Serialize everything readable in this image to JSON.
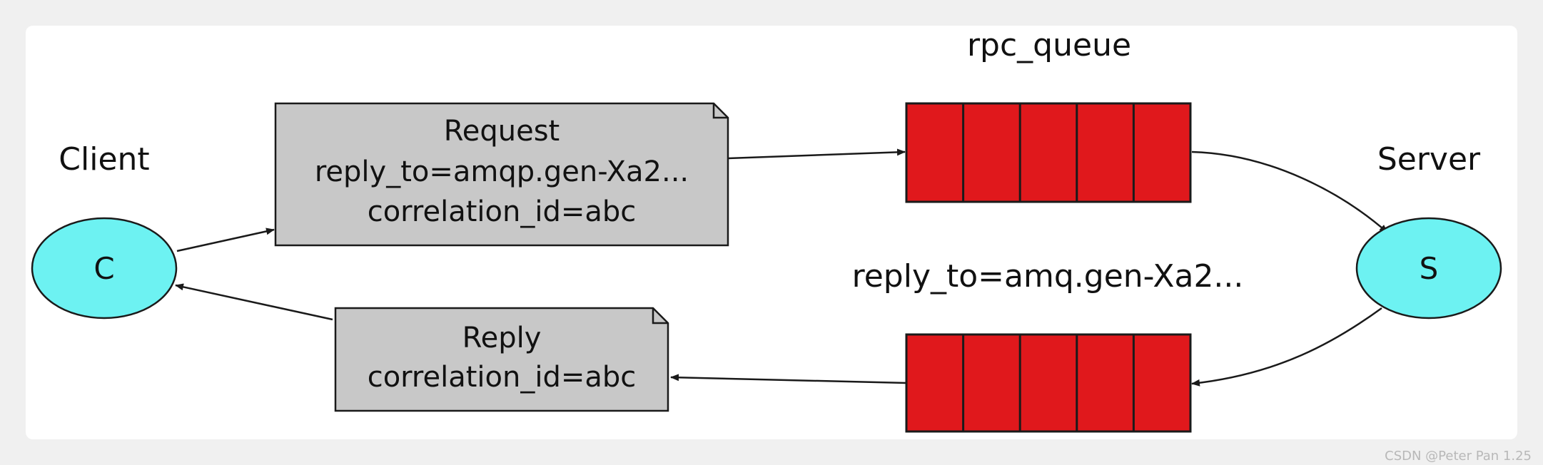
{
  "nodes": {
    "client": {
      "title": "Client",
      "letter": "C"
    },
    "server": {
      "title": "Server",
      "letter": "S"
    }
  },
  "queues": {
    "request_queue": {
      "label": "rpc_queue"
    },
    "reply_queue": {
      "label": "reply_to=amq.gen-Xa2..."
    }
  },
  "messages": {
    "request": {
      "lines": [
        "Request",
        "reply_to=amqp.gen-Xa2...",
        "correlation_id=abc"
      ]
    },
    "reply": {
      "lines": [
        "Reply",
        "correlation_id=abc"
      ]
    }
  },
  "colors": {
    "node_fill": "#6df2f2",
    "queue_fill": "#e0181c",
    "message_fill": "#c8c8c8",
    "stroke": "#1a1a1a"
  },
  "watermark": "CSDN @Peter Pan 1.25"
}
